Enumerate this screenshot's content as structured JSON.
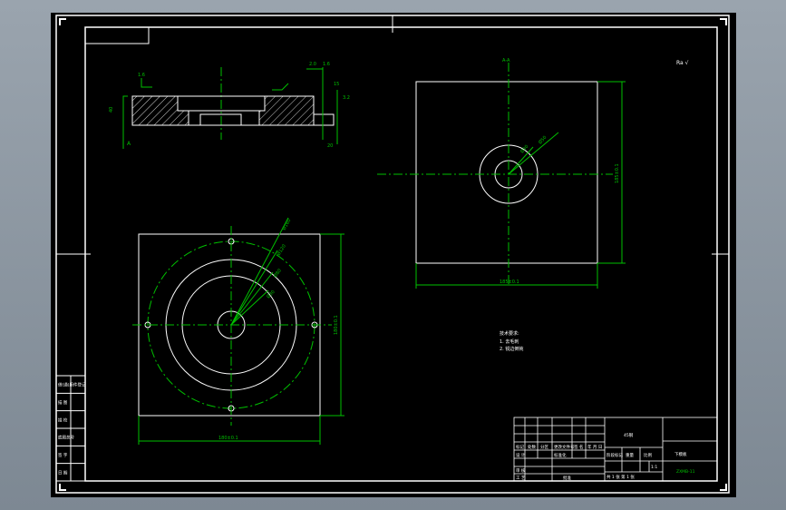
{
  "drawing": {
    "section_label": "A-A",
    "side_arrow_label": "A",
    "roughness_symbol": "Ra √",
    "tech_notes": {
      "title": "技术要求:",
      "items": [
        "1. 去毛刺",
        "2. 锐边倒钝"
      ]
    },
    "side_dims": {
      "top_left": "1.6",
      "left_height": "40",
      "top_right_1": "2.0",
      "top_right_2": "1.6",
      "right_1": "15",
      "right_2": "3.2",
      "bottom_right": "20"
    },
    "plan_dims": {
      "width": "180±0.1",
      "height": "180±0.1",
      "radial_1": "Ø160",
      "radial_2": "Ø120",
      "radial_3": "Ø80",
      "radial_4": "Ø30"
    },
    "top_view_dims": {
      "width": "185±0.1",
      "height": "185±0.1",
      "radial_1": "Ø50",
      "radial_2": "Ø30"
    }
  },
  "left_strip": {
    "rows": [
      "借(通)用件登记",
      "描 图",
      "描 校",
      "底图总号",
      "签 字",
      "日 期"
    ]
  },
  "title_block": {
    "part_name": "下模板",
    "material": "45钢",
    "drawing_no": "ZXMB-11",
    "rev_headers": [
      "标记",
      "处数",
      "分区",
      "更改文件号",
      "签 名",
      "年 月 日"
    ],
    "row_labels": [
      "设 计",
      "审 核",
      "工 艺"
    ],
    "std_label": "标准化",
    "approve_label": "批准",
    "stage_label": "阶段标记",
    "weight_label": "重量",
    "scale_label": "比例",
    "scale_value": "1:1",
    "sheet_text": "共 1 张 第 1 张"
  }
}
